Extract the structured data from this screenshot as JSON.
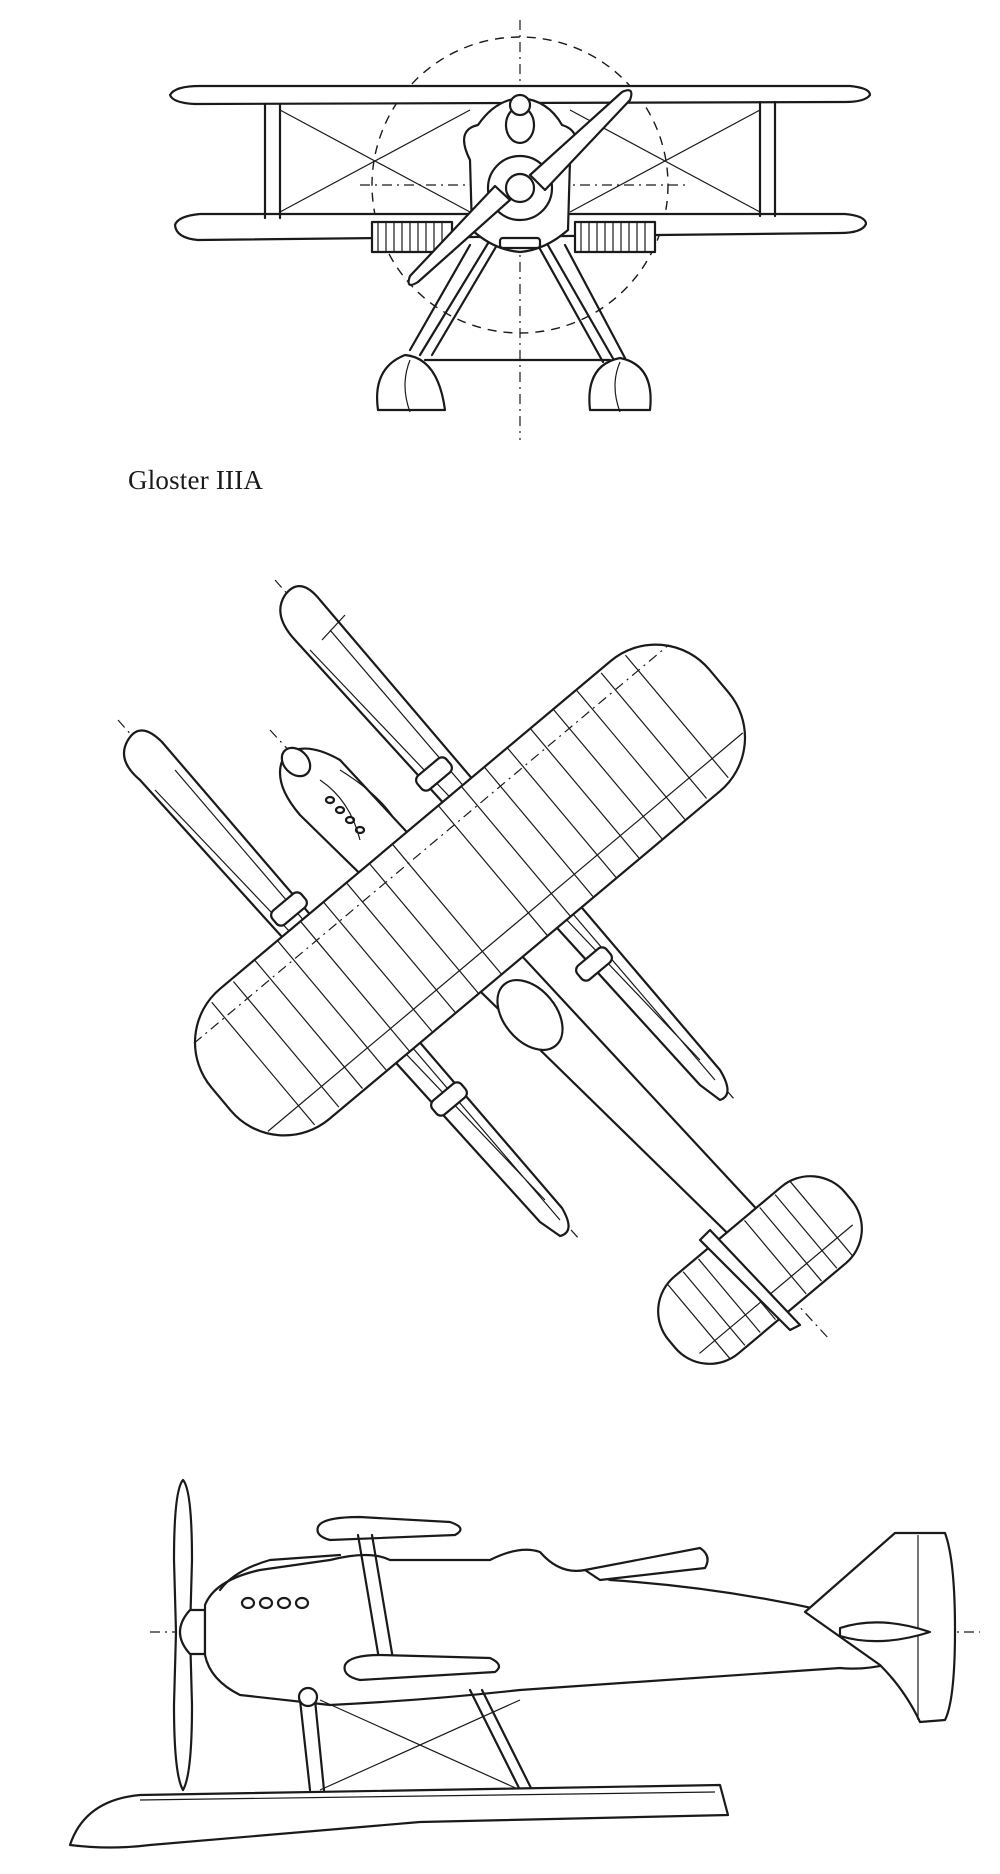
{
  "caption": "Gloster IIIA",
  "views": {
    "front": "front-view",
    "top": "top-view",
    "side": "side-view"
  }
}
